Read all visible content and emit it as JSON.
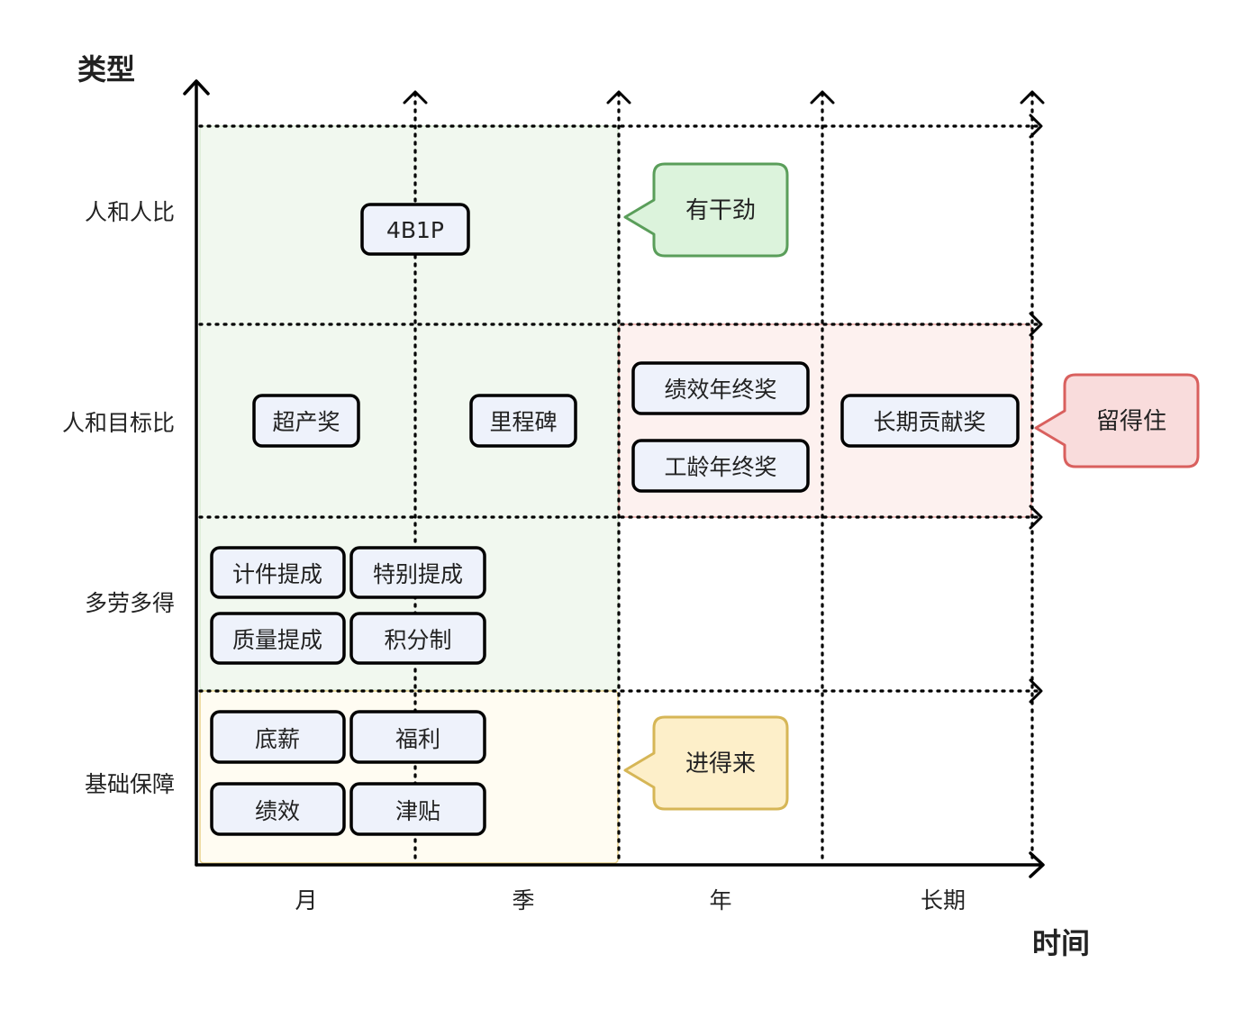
{
  "axes": {
    "y_title": "类型",
    "x_title": "时间",
    "rows": [
      "人和人比",
      "人和目标比",
      "多劳多得",
      "基础保障"
    ],
    "columns": [
      "月",
      "季",
      "年",
      "长期"
    ]
  },
  "zones": [
    {
      "name": "green-zone",
      "fill": "#f1f8ef",
      "stroke": "#d9ead3"
    },
    {
      "name": "red-zone",
      "fill": "#fdf1ef",
      "stroke": "#e8a6a2"
    },
    {
      "name": "yellow-zone",
      "fill": "#fffcf2",
      "stroke": "#e8d28a"
    }
  ],
  "items": [
    {
      "name": "item-4b1p",
      "label": "4B1P"
    },
    {
      "name": "item-chaochanjiang",
      "label": "超产奖"
    },
    {
      "name": "item-lichengbei",
      "label": "里程碑"
    },
    {
      "name": "item-jixiao-nianzhongjiang",
      "label": "绩效年终奖"
    },
    {
      "name": "item-gongling-nianzhongjiang",
      "label": "工龄年终奖"
    },
    {
      "name": "item-changqi-gongxianjiang",
      "label": "长期贡献奖"
    },
    {
      "name": "item-jijian-ticheng",
      "label": "计件提成"
    },
    {
      "name": "item-tebie-ticheng",
      "label": "特别提成"
    },
    {
      "name": "item-zhiliang-ticheng",
      "label": "质量提成"
    },
    {
      "name": "item-jifenzhi",
      "label": "积分制"
    },
    {
      "name": "item-dixin",
      "label": "底薪"
    },
    {
      "name": "item-fuli",
      "label": "福利"
    },
    {
      "name": "item-jixiao",
      "label": "绩效"
    },
    {
      "name": "item-jintie",
      "label": "津贴"
    }
  ],
  "callouts": [
    {
      "name": "callout-yougajin",
      "label": "有干劲",
      "fill": "#dcf3dc",
      "stroke": "#5a9e5a"
    },
    {
      "name": "callout-liudezhu",
      "label": "留得住",
      "fill": "#f9dcdc",
      "stroke": "#d9605e"
    },
    {
      "name": "callout-jindelai",
      "label": "进得来",
      "fill": "#fdefc9",
      "stroke": "#d6b656"
    }
  ],
  "colors": {
    "item_fill": "#eef2fb",
    "item_stroke": "#000000",
    "axis": "#000000",
    "text": "#222222"
  }
}
